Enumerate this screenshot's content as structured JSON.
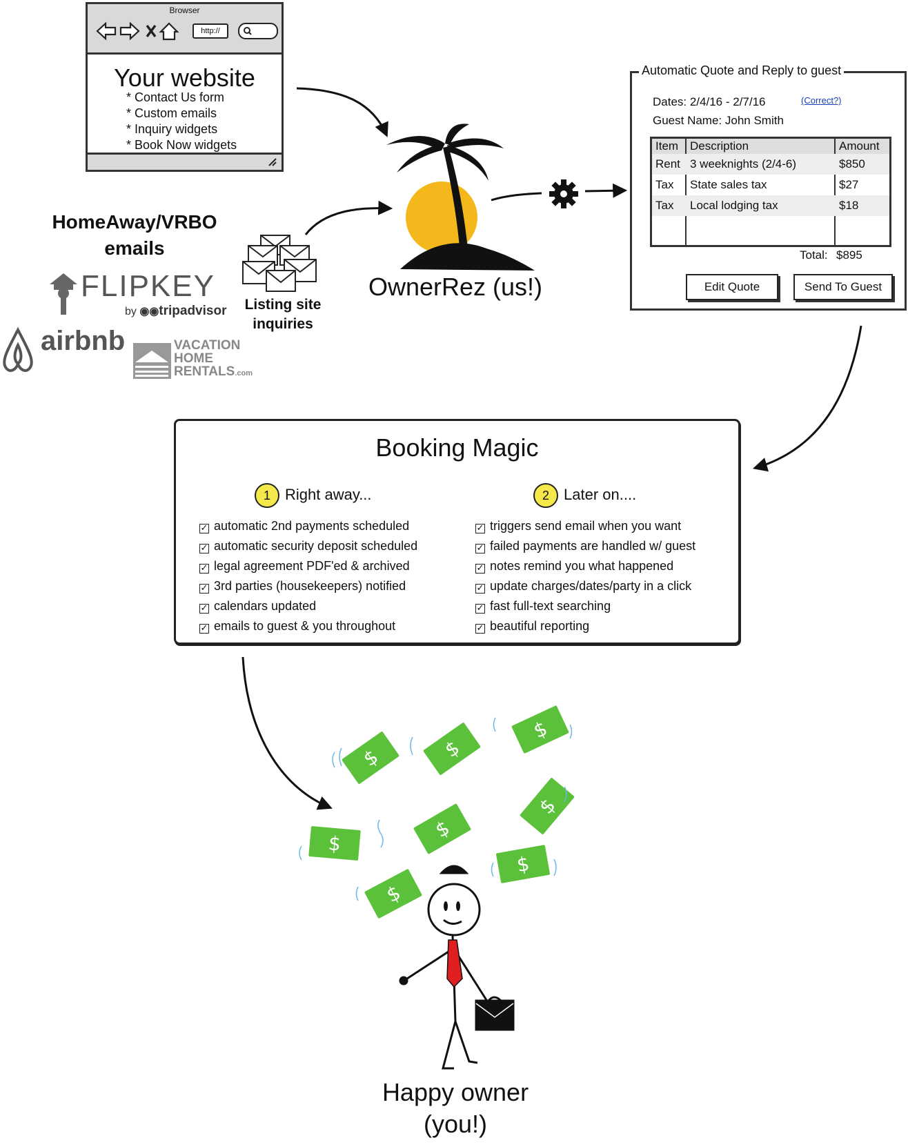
{
  "browser": {
    "caption": "Browser",
    "url_text": "http://",
    "title": "Your website",
    "features": [
      "* Contact Us form",
      "* Custom emails",
      "* Inquiry widgets",
      "* Book Now widgets"
    ]
  },
  "listing": {
    "heading_line1": "HomeAway/VRBO",
    "heading_line2": "emails",
    "envelope_caption_line1": "Listing site",
    "envelope_caption_line2": "inquiries",
    "logos": {
      "flipkey": "FLIPKEY",
      "flipkey_by": "by",
      "tripadvisor": "tripadvisor",
      "airbnb": "airbnb",
      "vhr_line1": "VACATION",
      "vhr_line2": "HOME",
      "vhr_line3": "RENTALS",
      "vhr_suffix": ".com"
    }
  },
  "ownerrez": {
    "label": "OwnerRez (us!)"
  },
  "quote": {
    "title": "Automatic Quote and Reply to guest",
    "dates": "Dates: 2/4/16 - 2/7/16",
    "correct_link": "(Correct?)",
    "guest": "Guest Name: John Smith",
    "columns": [
      "Item",
      "Description",
      "Amount"
    ],
    "rows": [
      [
        "Rent",
        "3 weeknights (2/4-6)",
        "$850"
      ],
      [
        "Tax",
        "State sales tax",
        "$27"
      ],
      [
        "Tax",
        "Local lodging tax",
        "$18"
      ]
    ],
    "total_label": "Total:",
    "total_value": "$895",
    "edit_button": "Edit Quote",
    "send_button": "Send To Guest"
  },
  "magic": {
    "title": "Booking Magic",
    "left": {
      "number": "1",
      "heading": "Right away...",
      "items": [
        "automatic 2nd payments scheduled",
        "automatic security deposit scheduled",
        "legal agreement PDF'ed & archived",
        "3rd parties (housekeepers) notified",
        "calendars updated",
        "emails to guest & you throughout"
      ]
    },
    "right": {
      "number": "2",
      "heading": "Later on....",
      "items": [
        "triggers send email when you want",
        "failed payments are handled w/ guest",
        "notes remind you what happened",
        "update charges/dates/party in a click",
        "fast full-text searching",
        "beautiful reporting"
      ]
    }
  },
  "owner": {
    "line1": "Happy owner",
    "line2": "(you!)"
  },
  "colors": {
    "money_green": "#5cc13a",
    "sun_yellow": "#f5b81c",
    "tie_red": "#e02020",
    "badge_yellow": "#f5e84a",
    "link_blue": "#1a3fb5"
  }
}
